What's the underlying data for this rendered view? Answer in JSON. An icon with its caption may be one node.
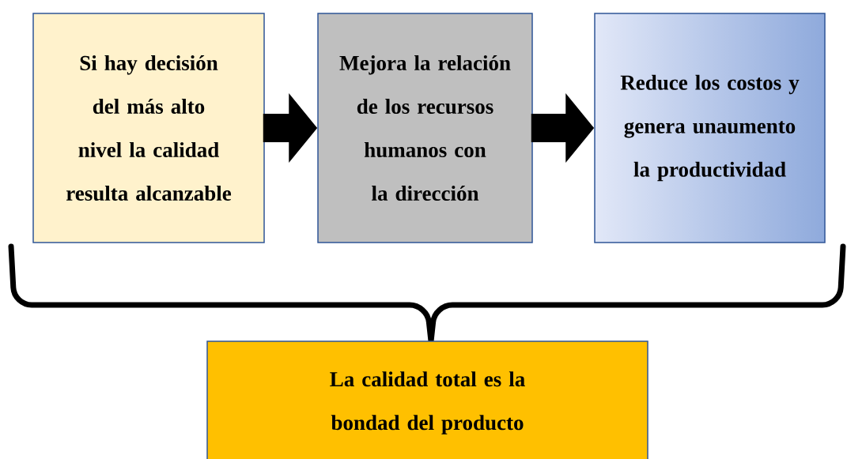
{
  "diagram": {
    "nodes": [
      {
        "text": [
          "Si hay decisión del más alto nivel la calidad resulta alcanzable"
        ]
      },
      {
        "text": [
          "Mejora la relación de los recursos humanos con la dirección"
        ]
      },
      {
        "text": [
          "Reduce los costos y genera unaumento la productividad"
        ]
      },
      {
        "text": [
          "La calidad total es la bondad del producto"
        ]
      }
    ],
    "edges": [
      {
        "from": 0,
        "to": 1,
        "arrow": "to"
      },
      {
        "from": 1,
        "to": 2,
        "arrow": "to"
      }
    ]
  }
}
